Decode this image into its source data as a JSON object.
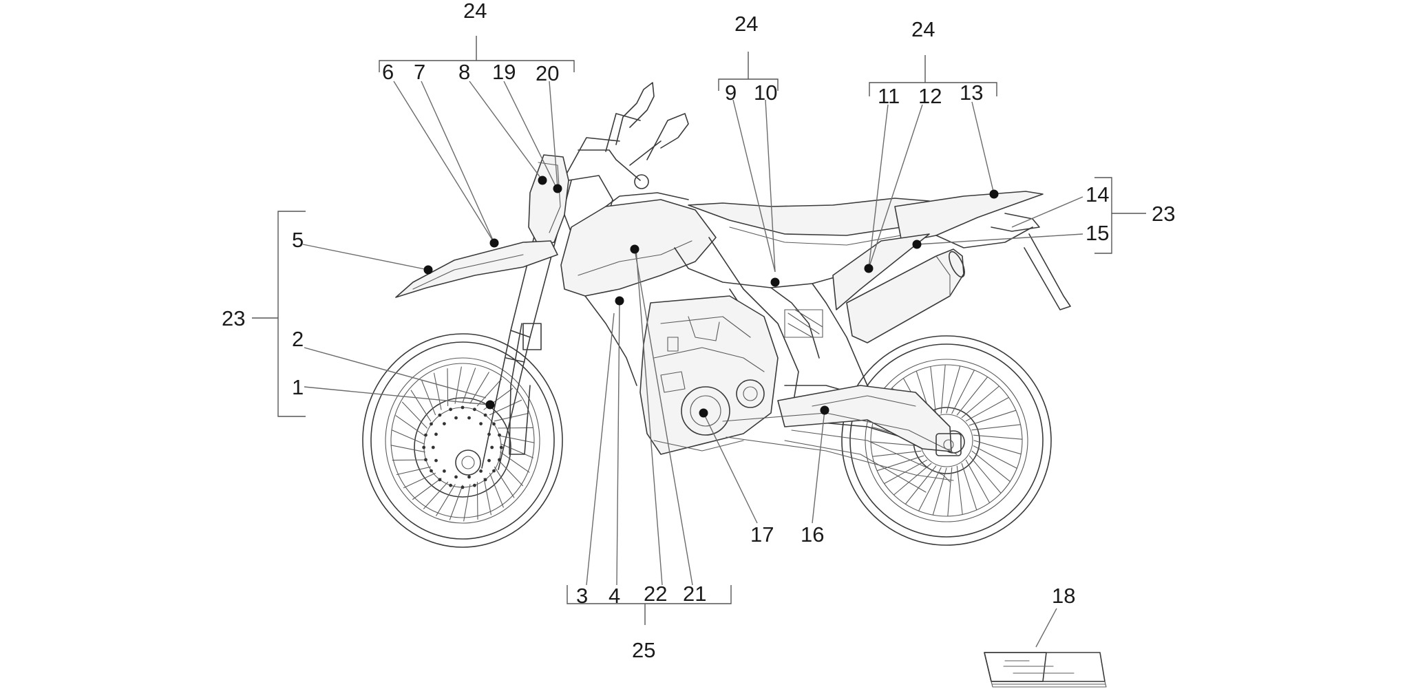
{
  "diagram": {
    "title": "",
    "callouts": [
      {
        "id": "c1",
        "text": "1"
      },
      {
        "id": "c2",
        "text": "2"
      },
      {
        "id": "c3",
        "text": "3"
      },
      {
        "id": "c4",
        "text": "4"
      },
      {
        "id": "c5",
        "text": "5"
      },
      {
        "id": "c6",
        "text": "6"
      },
      {
        "id": "c7",
        "text": "7"
      },
      {
        "id": "c8",
        "text": "8"
      },
      {
        "id": "c9",
        "text": "9"
      },
      {
        "id": "c10",
        "text": "10"
      },
      {
        "id": "c11",
        "text": "11"
      },
      {
        "id": "c12",
        "text": "12"
      },
      {
        "id": "c13",
        "text": "13"
      },
      {
        "id": "c14",
        "text": "14"
      },
      {
        "id": "c15",
        "text": "15"
      },
      {
        "id": "c16",
        "text": "16"
      },
      {
        "id": "c17",
        "text": "17"
      },
      {
        "id": "c18",
        "text": "18"
      },
      {
        "id": "c19",
        "text": "19"
      },
      {
        "id": "c20",
        "text": "20"
      },
      {
        "id": "c21",
        "text": "21"
      },
      {
        "id": "c22",
        "text": "22"
      }
    ],
    "groups": [
      {
        "id": "g24a",
        "text": "24",
        "members": [
          "6",
          "7",
          "8",
          "19",
          "20"
        ]
      },
      {
        "id": "g24b",
        "text": "24",
        "members": [
          "9",
          "10"
        ]
      },
      {
        "id": "g24c",
        "text": "24",
        "members": [
          "11",
          "12",
          "13"
        ]
      },
      {
        "id": "g23l",
        "text": "23",
        "members": [
          "5",
          "2",
          "1"
        ]
      },
      {
        "id": "g23r",
        "text": "23",
        "members": [
          "14",
          "15"
        ]
      },
      {
        "id": "g25",
        "text": "25",
        "members": [
          "3",
          "4",
          "22",
          "21"
        ]
      }
    ],
    "colors": {
      "ink": "#1a1a1a",
      "line": "#3a3a3a",
      "background": "#ffffff"
    }
  }
}
